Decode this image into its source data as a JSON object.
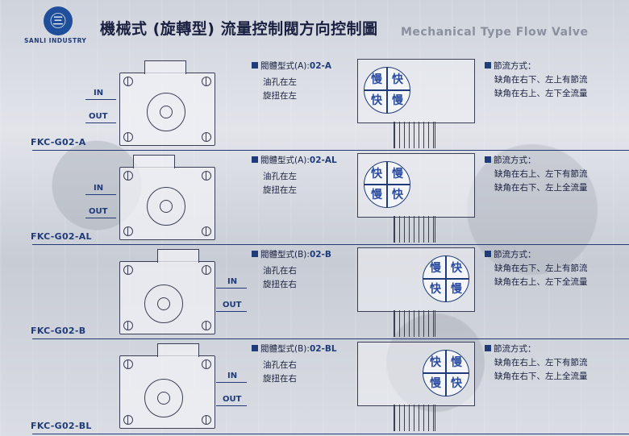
{
  "header": {
    "logo_glyph": "㊂",
    "company": "SANLI INDUSTRY",
    "title_zh": "機械式 (旋轉型) 流量控制閥方向控制圖",
    "title_en": "Mechanical Type Flow Valve"
  },
  "sections": [
    {
      "model": "FKC-G02-A",
      "in_label": "IN",
      "out_label": "OUT",
      "valve_type_prefix": "閥體型式(A):",
      "valve_type_code": "02-A",
      "desc": [
        "油孔在左",
        "旋扭在左"
      ],
      "dial": [
        "慢",
        "快",
        "快",
        "慢"
      ],
      "flow_title": "節流方式：",
      "flow": [
        "缺角在右下、左上有節流",
        "缺角在右上、左下全流量"
      ]
    },
    {
      "model": "FKC-G02-AL",
      "in_label": "IN",
      "out_label": "OUT",
      "valve_type_prefix": "閥體型式(A):",
      "valve_type_code": "02-AL",
      "desc": [
        "油孔在左",
        "旋扭在左"
      ],
      "dial": [
        "快",
        "慢",
        "慢",
        "快"
      ],
      "flow_title": "節流方式：",
      "flow": [
        "缺角在右上、左下有節流",
        "缺角在右下、左上全流量"
      ]
    },
    {
      "model": "FKC-G02-B",
      "in_label": "IN",
      "out_label": "OUT",
      "valve_type_prefix": "閥體型式(B):",
      "valve_type_code": "02-B",
      "desc": [
        "油孔在右",
        "旋扭在右"
      ],
      "dial": [
        "慢",
        "快",
        "快",
        "慢"
      ],
      "flow_title": "節流方式：",
      "flow": [
        "缺角在右下、左上有節流",
        "缺角在右上、左下全流量"
      ]
    },
    {
      "model": "FKC-G02-BL",
      "in_label": "IN",
      "out_label": "OUT",
      "valve_type_prefix": "閥體型式(B):",
      "valve_type_code": "02-BL",
      "desc": [
        "油孔在右",
        "旋扭在右"
      ],
      "dial": [
        "快",
        "慢",
        "慢",
        "快"
      ],
      "flow_title": "節流方式：",
      "flow": [
        "缺角在右上、左下有節流",
        "缺角在右下、左上全流量"
      ]
    }
  ]
}
